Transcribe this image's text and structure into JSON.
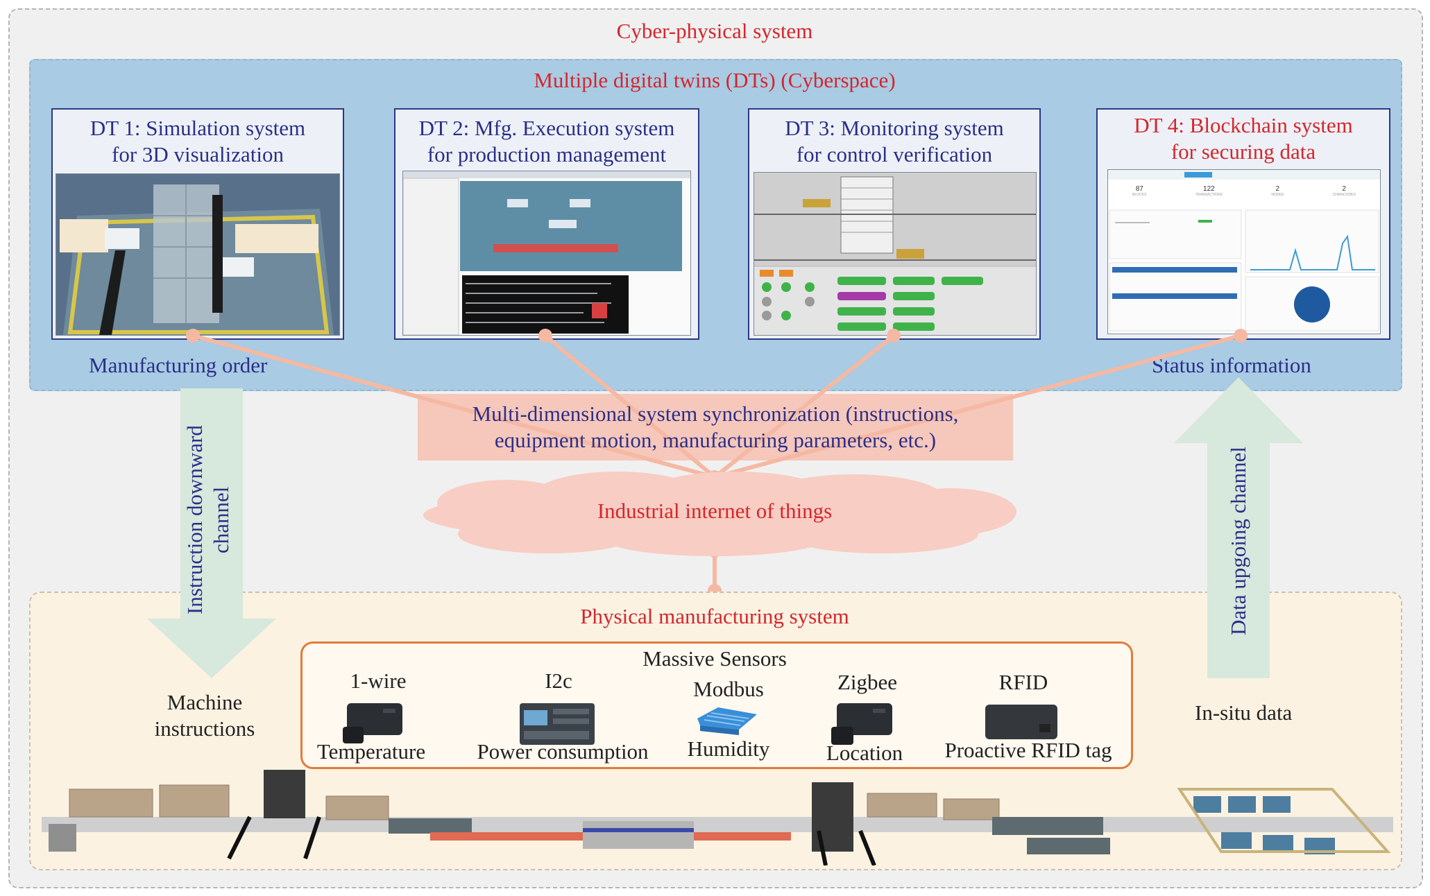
{
  "outer_title": "Cyber-physical system",
  "cyber": {
    "title": "Multiple digital twins (DTs) (Cyberspace)",
    "dts": [
      {
        "line1": "DT 1: Simulation system",
        "line2": "for 3D visualization"
      },
      {
        "line1": "DT 2: Mfg. Execution system",
        "line2": "for production management"
      },
      {
        "line1": "DT 3: Monitoring system",
        "line2": "for control verification"
      },
      {
        "line1": "DT 4: Blockchain system",
        "line2": "for securing data"
      }
    ],
    "left_label": "Manufacturing order",
    "right_label": "Status information"
  },
  "dt4_dashboard": {
    "stats": [
      {
        "value": "87",
        "label": "BLOCKS"
      },
      {
        "value": "122",
        "label": "TRANSACTIONS"
      },
      {
        "value": "2",
        "label": "NODES"
      },
      {
        "value": "2",
        "label": "CHAINCODES"
      }
    ]
  },
  "sync": {
    "line1": "Multi-dimensional system synchronization (instructions,",
    "line2": "equipment motion, manufacturing parameters, etc.)"
  },
  "iiot": "Industrial internet of things",
  "physical": {
    "title": "Physical manufacturing system",
    "machine_line1": "Machine",
    "machine_line2": "instructions",
    "insitu": "In-situ data"
  },
  "channels": {
    "down_line1": "Instruction downward",
    "down_line2": "channel",
    "up": "Data upgoing channel"
  },
  "sensors": {
    "title": "Massive Sensors",
    "items": [
      {
        "protocol": "1-wire",
        "measure": "Temperature",
        "icon": "sensor-module-icon"
      },
      {
        "protocol": "I2c",
        "measure": "Power consumption",
        "icon": "power-meter-icon"
      },
      {
        "protocol": "Modbus",
        "measure": "Humidity",
        "icon": "humidity-sensor-icon"
      },
      {
        "protocol": "Zigbee",
        "measure": "Location",
        "icon": "zigbee-module-icon"
      },
      {
        "protocol": "RFID",
        "measure": "Proactive RFID tag",
        "icon": "rfid-tag-icon"
      }
    ]
  },
  "colors": {
    "red_text": "#d4262c",
    "blue_text": "#2a2f88",
    "cyber_bg": "#a9cbe3",
    "physical_bg": "#fbf2e2",
    "sync_bg": "#f6c7bb",
    "connector": "#f5b9a3",
    "arrow": "#d7e8dc",
    "sensor_border": "#e07b3c"
  }
}
